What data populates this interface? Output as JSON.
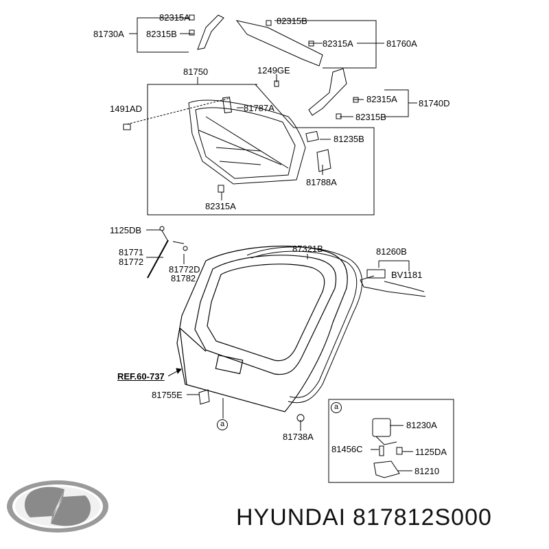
{
  "labels": {
    "l_82315A_top": "82315A",
    "l_81730A": "81730A",
    "l_82315B_left": "82315B",
    "l_82315B_top": "82315B",
    "l_82315A_right_top": "82315A",
    "l_81760A": "81760A",
    "l_81750": "81750",
    "l_1249GE": "1249GE",
    "l_1491AD": "1491AD",
    "l_81787A": "81787A",
    "l_82315A_mid": "82315A",
    "l_81740D": "81740D",
    "l_82315B_mid": "82315B",
    "l_81235B": "81235B",
    "l_81788A": "81788A",
    "l_82315A_bottom": "82315A",
    "l_1125DB": "1125DB",
    "l_81771": "81771",
    "l_81772": "81772",
    "l_81772D": "81772D",
    "l_81782": "81782",
    "l_87321B": "87321B",
    "l_81260B": "81260B",
    "l_BV1181": "BV1181",
    "l_REF": "REF.60-737",
    "l_81755E": "81755E",
    "l_81738A": "81738A",
    "l_81230A": "81230A",
    "l_81456C": "81456C",
    "l_1125DA": "1125DA",
    "l_81210": "81210"
  },
  "callout": {
    "a_main": "a",
    "a_box": "a"
  },
  "footer": {
    "brand": "HYUNDAI",
    "part_number": "817812S000"
  },
  "colors": {
    "line": "#000000",
    "logo": "#8a8a8a"
  }
}
